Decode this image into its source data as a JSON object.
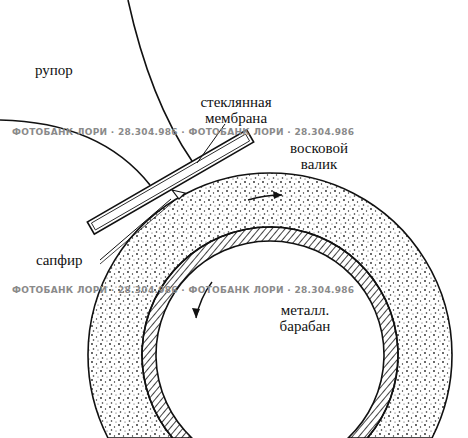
{
  "diagram": {
    "labels": [
      "рупор",
      "стеклянная мембрана",
      "восковой валик",
      "сапфир",
      "металл. барабан",
      "ФОТОБАНК ЛОРИ · 28.304.986 · ФОТОБАНК ЛОРИ · 28.304.986",
      "ФОТОБАНК ЛОРИ · 28.304.986 · ФОТОБАНК ЛОРИ · 28.304.986"
    ]
  }
}
